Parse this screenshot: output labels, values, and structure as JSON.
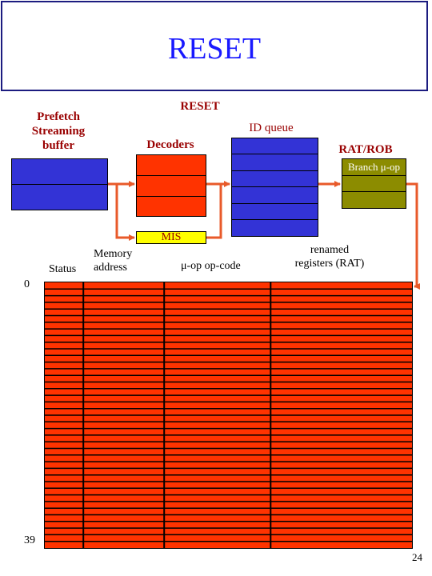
{
  "slide": {
    "title": "RESET",
    "page_number": "24"
  },
  "labels": {
    "prefetch_line1": "Prefetch",
    "prefetch_line2": "Streaming",
    "prefetch_line3": "buffer",
    "reset": "RESET",
    "id_queue": "ID queue",
    "decoders": "Decoders",
    "rat_rob": "RAT/ROB",
    "branch_uop": "Branch μ-op",
    "mis": "MIS",
    "memory_line1": "Memory",
    "memory_line2": "address",
    "status": "Status",
    "uop_opcode": "μ-op op-code",
    "renamed_line1": "renamed",
    "renamed_line2": "registers (RAT)",
    "index_top": "0",
    "index_bottom": "39"
  },
  "table": {
    "rows": 40,
    "column_dividers_fraction": [
      0.105,
      0.325,
      0.615
    ]
  },
  "colors": {
    "title_text": "#1a1aff",
    "title_border": "#1c1c80",
    "label": "#990000",
    "blue_block": "#3333d6",
    "red_block": "#ff3300",
    "olive_block": "#8c8c00",
    "mis_block": "#ffff00",
    "arrow": "#e85a2a"
  }
}
